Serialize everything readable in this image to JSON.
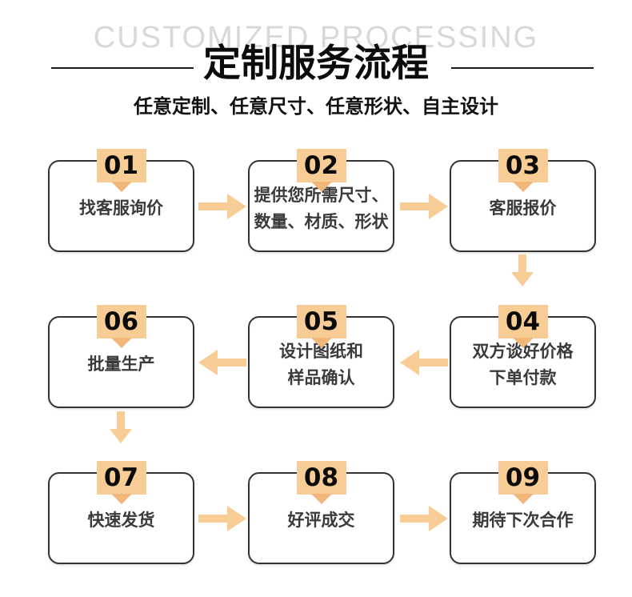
{
  "header": {
    "english_title": "CUSTOMIZED PROCESSING",
    "title": "定制服务流程",
    "subtitle": "任意定制、任意尺寸、任意形状、自主设计"
  },
  "colors": {
    "accent_orange": "#f8cd95",
    "badge_tail_orange": "#f0b67a",
    "box_border": "#333333",
    "shadow_gray": "#8e8e8e",
    "english_title_gray": "#d6d8da"
  },
  "flow": {
    "boxes": [
      {
        "num": "01",
        "lines": [
          "找客服询价"
        ]
      },
      {
        "num": "02",
        "lines": [
          "提供您所需尺寸、",
          "数量、材质、形状"
        ]
      },
      {
        "num": "03",
        "lines": [
          "客服报价"
        ]
      },
      {
        "num": "04",
        "lines": [
          "双方谈好价格",
          "下单付款"
        ]
      },
      {
        "num": "05",
        "lines": [
          "设计图纸和",
          "样品确认"
        ]
      },
      {
        "num": "06",
        "lines": [
          "批量生产"
        ]
      },
      {
        "num": "07",
        "lines": [
          "快速发货"
        ]
      },
      {
        "num": "08",
        "lines": [
          "好评成交"
        ]
      },
      {
        "num": "09",
        "lines": [
          "期待下次合作"
        ]
      }
    ],
    "arrows": [
      {
        "from": "01",
        "to": "02",
        "dir": "right"
      },
      {
        "from": "02",
        "to": "03",
        "dir": "right"
      },
      {
        "from": "03",
        "to": "04",
        "dir": "down"
      },
      {
        "from": "04",
        "to": "05",
        "dir": "left"
      },
      {
        "from": "05",
        "to": "06",
        "dir": "left"
      },
      {
        "from": "06",
        "to": "07",
        "dir": "down"
      },
      {
        "from": "07",
        "to": "08",
        "dir": "right"
      },
      {
        "from": "08",
        "to": "09",
        "dir": "right"
      }
    ]
  }
}
